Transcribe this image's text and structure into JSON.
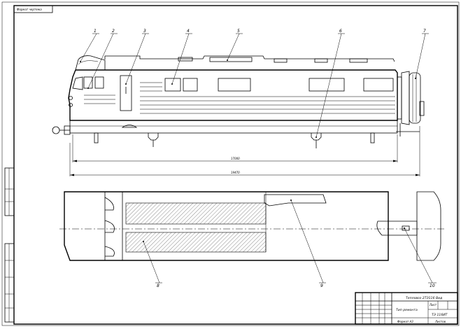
{
  "sheet": {
    "corner_label": "Формат чертежа",
    "stamp_title": "Тепловоз 2ТЭ116 Вид",
    "stamp_subtitle": "Тип ремонта",
    "stamp_code": "ТЭ 116ИТ",
    "stamp_sheet": "Лист",
    "stamp_format": "Формат А3",
    "stamp_org": "Листов"
  },
  "dimensions": {
    "inner": "17000",
    "overall": "19470"
  },
  "callouts": [
    "1",
    "2",
    "3",
    "4",
    "5",
    "6",
    "7",
    "8",
    "9",
    "10"
  ]
}
